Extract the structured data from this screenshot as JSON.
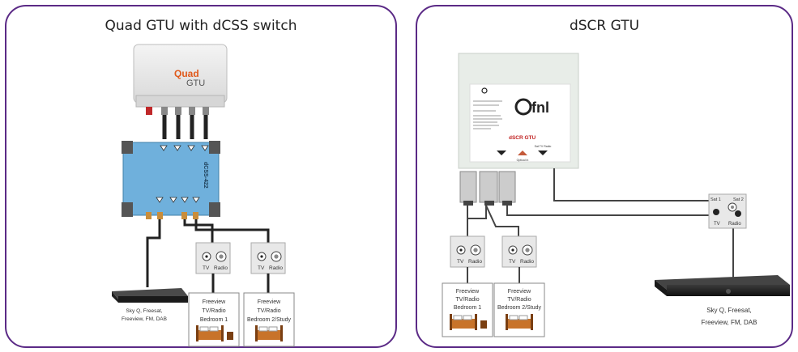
{
  "left_panel": {
    "title": "Quad GTU with dCSS switch",
    "gtu": {
      "brand_top": "Quad",
      "brand_bottom": "GTU"
    },
    "switch": {
      "model": "dCSS-422"
    },
    "outlets": [
      {
        "tv": "TV",
        "radio": "Radio"
      },
      {
        "tv": "TV",
        "radio": "Radio"
      }
    ],
    "rooms": [
      {
        "line1": "Freeview",
        "line2": "TV/Radio",
        "line3": "Bedroom 1"
      },
      {
        "line1": "Freeview",
        "line2": "TV/Radio",
        "line3": "Bedroom 2/Study"
      }
    ],
    "sky_box": {
      "line1": "Sky Q, Freesat,",
      "line2": "Freeview, FM, DAB"
    }
  },
  "right_panel": {
    "title": "dSCR GTU",
    "gtu": {
      "label": "dSCR GTU",
      "logo": "fnl",
      "port_labels": [
        "Optical In",
        "Sat TV Radio"
      ]
    },
    "outlets": [
      {
        "tv": "TV",
        "radio": "Radio"
      },
      {
        "tv": "TV",
        "radio": "Radio"
      }
    ],
    "sat_outlet": {
      "sat1": "Sat 1",
      "sat2": "Sat 2",
      "tv": "TV",
      "radio": "Radio"
    },
    "rooms": [
      {
        "line1": "Freeview",
        "line2": "TV/Radio",
        "line3": "Bedroom 1"
      },
      {
        "line1": "Freeview",
        "line2": "TV/Radio",
        "line3": "Bedroom 2/Study"
      }
    ],
    "sky_box": {
      "line1": "Sky Q, Freesat,",
      "line2": "Freeview, FM, DAB"
    }
  },
  "colors": {
    "border": "#5b2a86",
    "switch": "#6fb0dc",
    "cable": "#222222"
  }
}
